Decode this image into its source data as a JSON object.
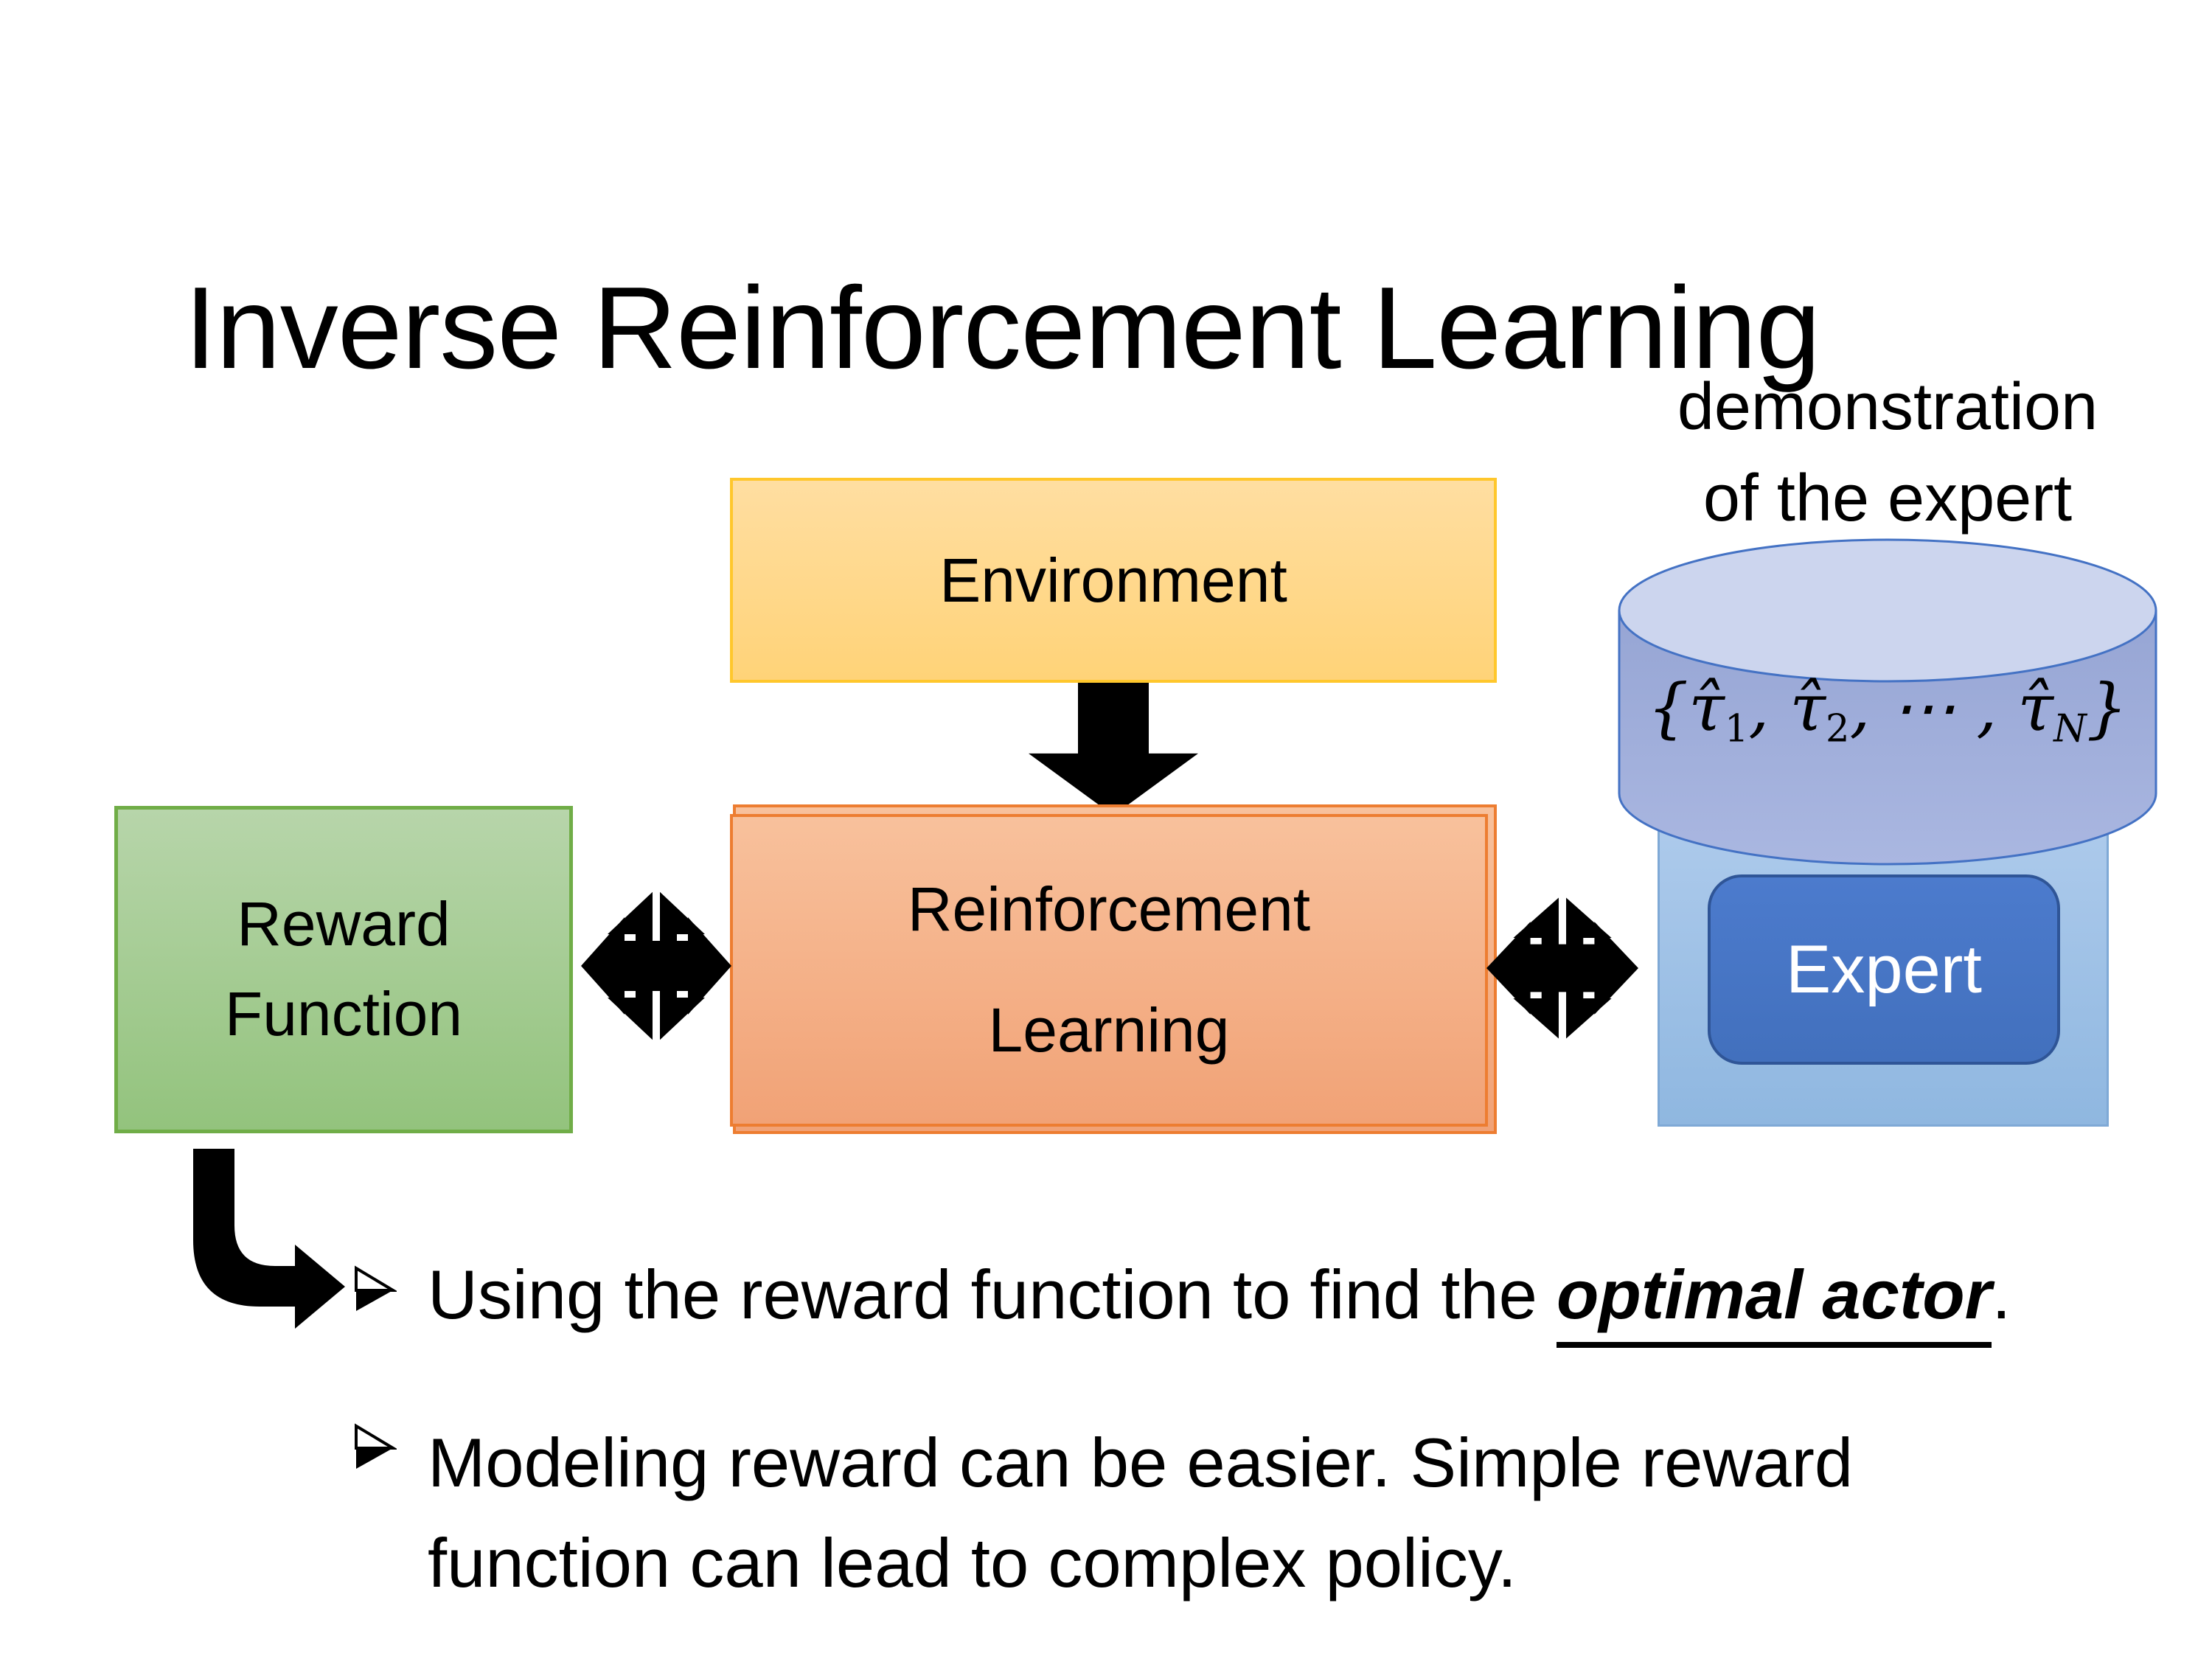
{
  "slide_title": "Inverse Reinforcement Learning",
  "annotation": {
    "line1": "demonstration",
    "line2": "of the expert"
  },
  "environment": {
    "label": "Environment"
  },
  "reward_function": {
    "line1": "Reward",
    "line2": "Function"
  },
  "reinforcement_learning": {
    "line1": "Reinforcement",
    "line2": "Learning"
  },
  "expert": {
    "label": "Expert"
  },
  "demonstrations_db": {
    "formula_open": "{τ̂",
    "sub_1": "1",
    "formula_mid_1": ", τ̂",
    "sub_2": "2",
    "formula_mid_2": ", ⋯ , τ̂",
    "sub_n": "N",
    "formula_close": "}"
  },
  "bullets": {
    "item1_prefix": "Using the reward function to find the ",
    "item1_emphasis": "optimal actor",
    "item1_suffix": ".",
    "item2_line1": "Modeling reward can be easier. Simple reward",
    "item2_line2": "function can lead to complex policy."
  },
  "colors": {
    "environment_border": "#FFC72C",
    "environment_fill": "#FFD889",
    "reward_border": "#70AD47",
    "reward_fill": "#A5CC93",
    "rl_border": "#ED7D31",
    "rl_fill": "#F4AC80",
    "expert_panel_fill": "#9FC1E6",
    "expert_box_fill": "#4472C4",
    "expert_box_border": "#2F5597",
    "cylinder_fill": "#9FAEDC",
    "cylinder_top_fill": "#CCD5EE",
    "cylinder_border": "#4472C4",
    "arrow_color": "#000000"
  }
}
